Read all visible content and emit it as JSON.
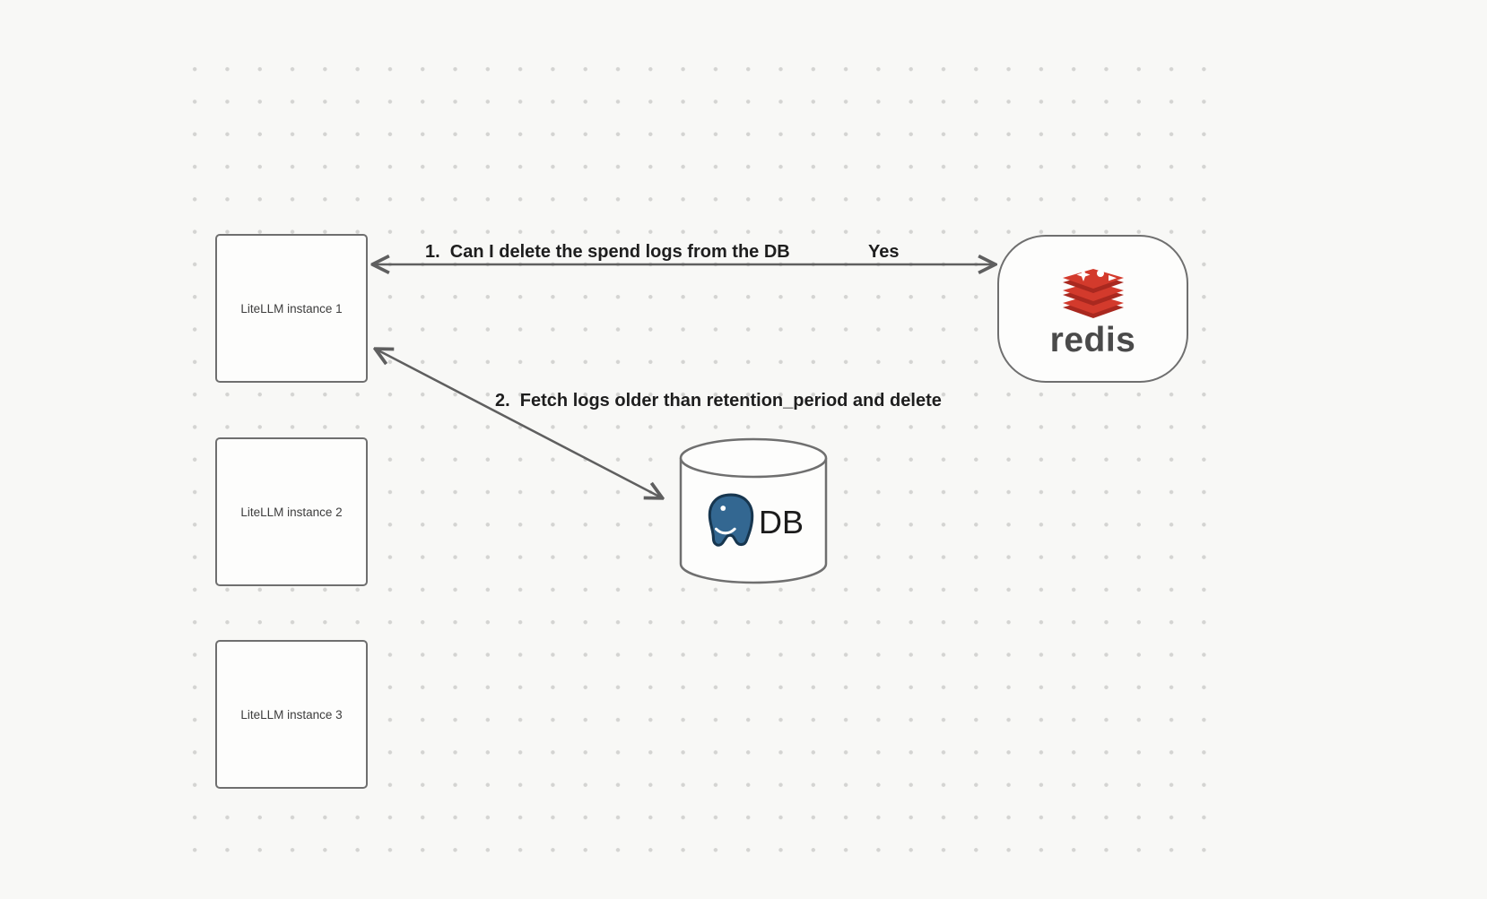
{
  "diagram": {
    "nodes": {
      "litellm_instances": [
        {
          "label": "LiteLLM instance 1"
        },
        {
          "label": "LiteLLM instance 2"
        },
        {
          "label": "LiteLLM instance 3"
        }
      ],
      "redis": {
        "label": "redis"
      },
      "db": {
        "label": "DB"
      }
    },
    "arrows": [
      {
        "label": "1.  Can I delete the spend logs from the DB",
        "response": "Yes",
        "from": "LiteLLM instance 1",
        "to": "redis",
        "bidirectional": true
      },
      {
        "label": "2.  Fetch logs older than retention_period and delete",
        "from": "LiteLLM instance 1",
        "to": "DB",
        "bidirectional": true
      }
    ],
    "icons": {
      "redis_logo": "redis-logo-icon",
      "postgres_logo": "postgres-elephant-icon",
      "db_cylinder": "database-cylinder-icon"
    },
    "colors": {
      "background": "#f8f8f6",
      "grid_dot": "#d4d4d2",
      "node_border": "#6f6f6f",
      "node_fill": "#fdfdfc",
      "arrow": "#5f5f5f",
      "label_text": "#1e1e1e",
      "redis_red": "#d33a2c",
      "redis_dark_red": "#a9281f",
      "redis_wordmark": "#4a4a4a",
      "postgres_blue": "#336791"
    }
  }
}
